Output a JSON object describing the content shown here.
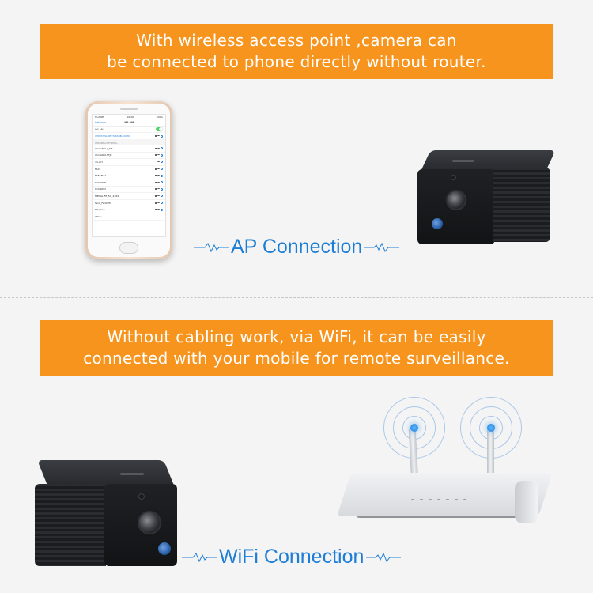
{
  "banner_top": {
    "line1": "With wireless access point ,camera can",
    "line2": "be connected to phone directly  without router."
  },
  "banner_bottom": {
    "line1": "Without cabling work, via WiFi, it can be easily",
    "line2": "connected with your mobile for remote surveillance."
  },
  "ap_connection_label": "AP Connection",
  "wifi_connection_label": "WiFi Connection",
  "phone_screen": {
    "status_left": "HUAWEI",
    "status_time": "16:26",
    "status_right": "100%",
    "back_label": "Settings",
    "title": "WLAN",
    "wlan_label": "WLAN",
    "connected_network": "CHNIT-NSL3PP-T2KS3B-UUMU",
    "section_header": "CHOOSE A NETWORK...",
    "networks": [
      "ChinaNet-yyN6",
      "ChinaNet-5TJK",
      "dd-wrt",
      "FS01",
      "ESEAM22",
      "HCNWIFE",
      "HCNWIF2",
      "MENGLIFE_5G_4384",
      "Tank_Fan09E0",
      "TP-pawa",
      "Other..."
    ]
  },
  "colors": {
    "banner": "#f7941d",
    "label_blue": "#1e7ed6",
    "background": "#f4f4f4"
  }
}
